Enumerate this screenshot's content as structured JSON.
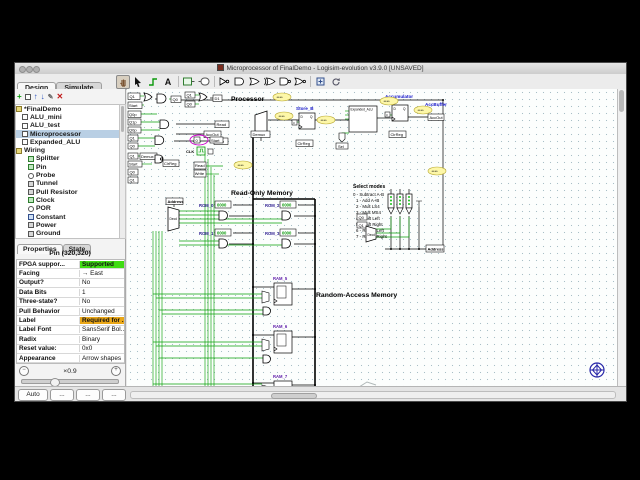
{
  "window": {
    "title": "Microprocessor of FinalDemo - Logisim-evolution v3.9.0 [UNSAVED]"
  },
  "toolbar": {
    "text_tool": "A"
  },
  "icons": {
    "add": "+",
    "up": "↑",
    "down": "↓",
    "delete": "✕",
    "edit": "✎",
    "chip": "▣",
    "zoom_out": "−",
    "zoom_in": "+"
  },
  "sidebar": {
    "tab_design": "Design",
    "tab_simulate": "Simulate",
    "tree": [
      {
        "label": "*FinalDemo"
      },
      {
        "label": "ALU_mini"
      },
      {
        "label": "ALU_test"
      },
      {
        "label": "Microprocessor"
      },
      {
        "label": "Expanded_ALU"
      },
      {
        "label": "Wiring"
      },
      {
        "label": "Splitter"
      },
      {
        "label": "Pin"
      },
      {
        "label": "Probe"
      },
      {
        "label": "Tunnel"
      },
      {
        "label": "Pull Resistor"
      },
      {
        "label": "Clock"
      },
      {
        "label": "POR"
      },
      {
        "label": "Constant"
      },
      {
        "label": "Power"
      },
      {
        "label": "Ground"
      }
    ],
    "tab_properties": "Properties",
    "tab_state": "State",
    "pin_title": "Pin (320,320)",
    "properties": {
      "rows": [
        {
          "key": "FPGA suppor...",
          "value": "Supported"
        },
        {
          "key": "Facing",
          "value": "→ East"
        },
        {
          "key": "Output?",
          "value": "No"
        },
        {
          "key": "Data Bits",
          "value": "1"
        },
        {
          "key": "Three-state?",
          "value": "No"
        },
        {
          "key": "Pull Behavior",
          "value": "Unchanged"
        },
        {
          "key": "Label",
          "value": "Required for .."
        },
        {
          "key": "Label Font",
          "value": "SansSerif Bol.."
        },
        {
          "key": "Radix",
          "value": "Binary"
        },
        {
          "key": "Reset value:",
          "value": "0x0"
        },
        {
          "key": "Appearance",
          "value": "Arrow shapes"
        }
      ]
    },
    "zoom_level": "×0.9"
  },
  "statusbar": {
    "auto_label": "Auto",
    "more_label": "..."
  },
  "canvas": {
    "headings": {
      "processor": "Processor",
      "rom": "Read-Only Memory",
      "ram": "Random-Access Memory",
      "select_modes": "Select modes"
    },
    "modes": [
      "0 - Subtract A-B",
      "1 - Add A+B",
      "2 - Mult LS4",
      "3 - Mult MS4",
      "4 - Shift Left",
      "5 - Shift Right",
      "6 - Rotate Left",
      "7 - Rotate Right"
    ],
    "labels": {
      "q0": "Q0",
      "q1": "Q1",
      "q0p": "Q0p",
      "q1p": "Q1p",
      "start": "Start",
      "d1": "D1",
      "read": "Read",
      "write": "Write",
      "accout": "AccOut",
      "clrreg": "ClrReg",
      "demux": "Demux",
      "clk": "CLK",
      "zero": "0",
      "c": "c",
      "store_b": "Store_B",
      "expanded_alu": "Expanded_ALU",
      "sel": "Sel",
      "accumulator": "Accumulator",
      "accbuffer": "AccBuffer",
      "address": "Address",
      "decd": "Decd",
      "rom0": "ROM_0",
      "rom1": "ROM_1",
      "rom2": "ROM_2",
      "rom3": "ROM_3",
      "ram5": "RAM_5",
      "ram6": "RAM_6",
      "ram7": "RAM_7",
      "probe": "****",
      "romval": "0000"
    }
  }
}
